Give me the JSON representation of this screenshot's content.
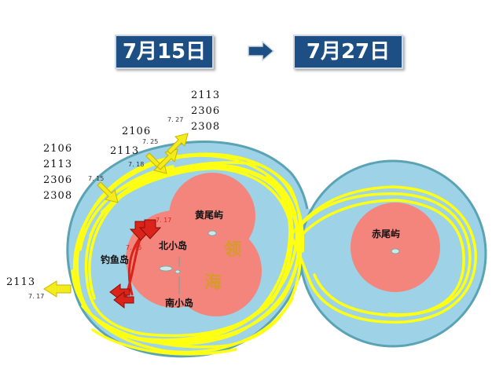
{
  "header": {
    "date_from": "7月15日",
    "date_to": "7月27日"
  },
  "islands": {
    "huangwei": "黄尾屿",
    "chiwei": "赤尾屿",
    "beixiao": "北小岛",
    "nanxiao": "南小岛",
    "diaoyu": "钓鱼岛"
  },
  "territorial_sea": [
    "领",
    "海"
  ],
  "ship_groups": {
    "west_entry": {
      "ships": [
        "2106",
        "2113",
        "2306",
        "2308"
      ],
      "date": "7. 15"
    },
    "exit_0718": {
      "ships": [
        "2113"
      ],
      "date": "7. 18"
    },
    "exit_0725": {
      "ships": [
        "2106"
      ],
      "date": "7. 25"
    },
    "exit_0727": {
      "ships": [
        "2113",
        "2306",
        "2308"
      ],
      "date": "7. 27"
    },
    "west_exit": {
      "ships": [
        "2113"
      ],
      "date": "7. 17"
    }
  },
  "red_dates": [
    "7. 17",
    "7. 25"
  ],
  "colors": {
    "outer_zone": "#9ed2e6",
    "outer_border": "#5aa3b4",
    "territorial": "#f3857c",
    "track": "#ffff14",
    "entry_arrow": "#f3ec1c",
    "intrusion_arrow": "#d9231b",
    "header_box": "#1d4e84"
  },
  "icons": [
    "right-arrow-icon",
    "yellow-arrow-icon",
    "red-arrow-icon"
  ]
}
